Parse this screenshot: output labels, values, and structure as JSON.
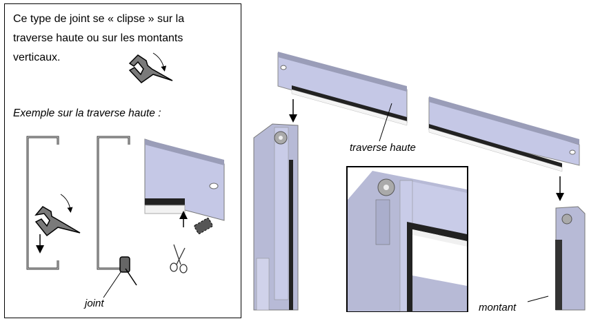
{
  "instructions": {
    "intro_text": "Ce type de joint se « clipse » sur la traverse haute ou sur les montants verticaux.",
    "example_heading": "Exemple sur la traverse haute :"
  },
  "labels": {
    "joint": "joint",
    "traverse_haute": "traverse haute",
    "montant": "montant"
  },
  "colors": {
    "metal": "#c5c8e6",
    "metal_dark": "#9a9db8",
    "seal": "#222222",
    "clip": "#7a7a7a"
  }
}
